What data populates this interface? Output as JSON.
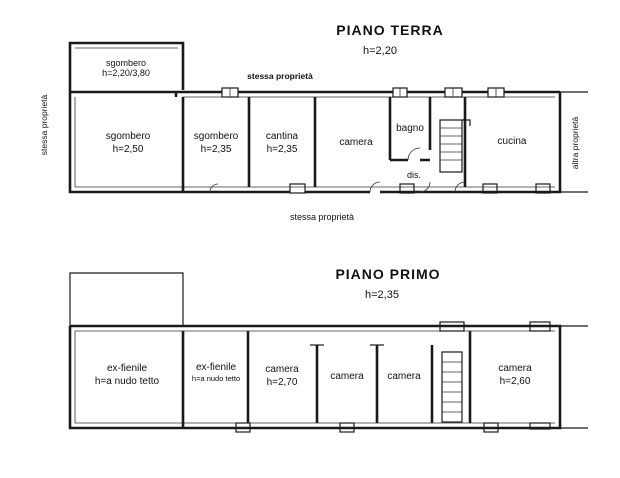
{
  "ground_floor": {
    "title": "PIANO   TERRA",
    "height": "h=2,20",
    "adjacent_top": "stessa proprietà",
    "adjacent_bottom": "stessa proprietà",
    "adjacent_left": "stessa proprietà",
    "adjacent_right": "altra proprietà",
    "rooms": [
      {
        "name": "sgombero",
        "height": "h=2,20/3,80"
      },
      {
        "name": "sgombero",
        "height": "h=2,50"
      },
      {
        "name": "sgombero",
        "height": "h=2,35"
      },
      {
        "name": "cantina",
        "height": "h=2,35"
      },
      {
        "name": "camera",
        "height": ""
      },
      {
        "name": "bagno",
        "height": ""
      },
      {
        "name": "dis.",
        "height": ""
      },
      {
        "name": "cucina",
        "height": ""
      }
    ]
  },
  "first_floor": {
    "title": "PIANO   PRIMO",
    "height": "h=2,35",
    "rooms": [
      {
        "name": "ex-fienile",
        "height": "h=a nudo tetto"
      },
      {
        "name": "ex-fienile",
        "height": "h=a nudo tetto"
      },
      {
        "name": "camera",
        "height": "h=2,70"
      },
      {
        "name": "camera",
        "height": ""
      },
      {
        "name": "camera",
        "height": ""
      },
      {
        "name": "camera",
        "height": "h=2,60"
      }
    ]
  }
}
